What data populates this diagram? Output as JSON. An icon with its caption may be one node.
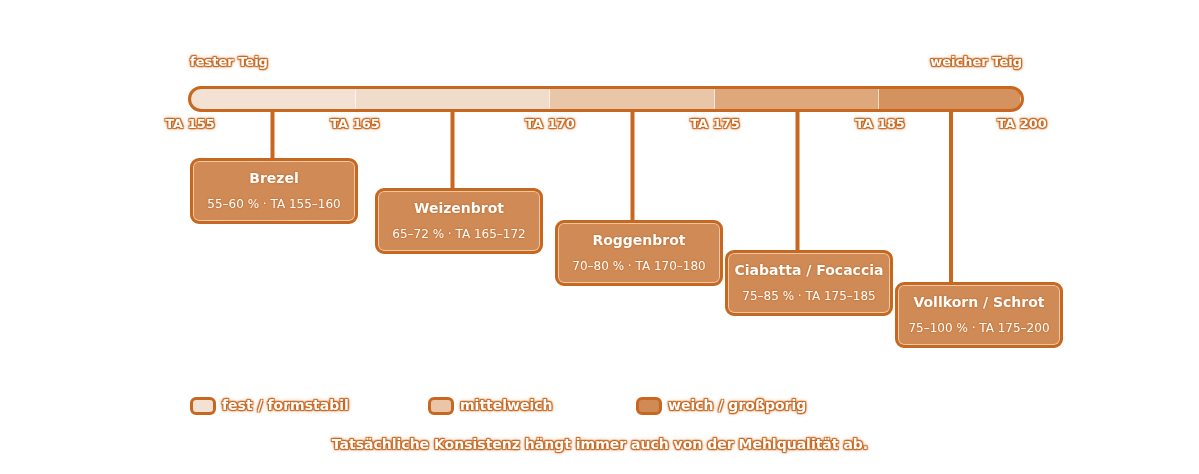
{
  "diagram": {
    "nodes": [
      {
        "text": [],
        "shape": "bar"
      },
      {
        "text": [],
        "shape": "bar"
      },
      {
        "text": [],
        "shape": "bar"
      },
      {
        "text": [],
        "shape": "bar"
      },
      {
        "text": [],
        "shape": "bar"
      },
      {
        "text": [
          "Brezel",
          "55–60 % · TA 155–160"
        ]
      },
      {
        "text": [
          "Weizenbrot",
          "65–72 % · TA 165–172"
        ]
      },
      {
        "text": [
          "Roggenbrot",
          "70–80 % · TA 170–180"
        ]
      },
      {
        "text": [
          "Ciabatta / Focaccia",
          "75–85 % · TA 175–185"
        ]
      },
      {
        "text": [
          "Vollkorn / Schrot",
          "75–100 % · TA 175–200"
        ]
      }
    ],
    "edges": [
      {
        "from": 0,
        "to": 5,
        "arrow": "none"
      },
      {
        "from": 1,
        "to": 6,
        "arrow": "none"
      },
      {
        "from": 2,
        "to": 7,
        "arrow": "none"
      },
      {
        "from": 3,
        "to": 8,
        "arrow": "none"
      },
      {
        "from": 4,
        "to": 9,
        "arrow": "none"
      }
    ],
    "labels": [
      "fester Teig",
      "weicher Teig",
      "TA 155",
      "TA 165",
      "TA 170",
      "TA 175",
      "TA 185",
      "TA 200",
      "Tatsächliche Konsistenz hängt immer auch von der Mehlqualität ab."
    ],
    "legend": [
      {
        "text": "fest / formstabil",
        "color": "#f3e1d3"
      },
      {
        "text": "mittelweich",
        "color": "#eac6a8"
      },
      {
        "text": "weich / großporig",
        "color": "#d08a55"
      }
    ]
  }
}
